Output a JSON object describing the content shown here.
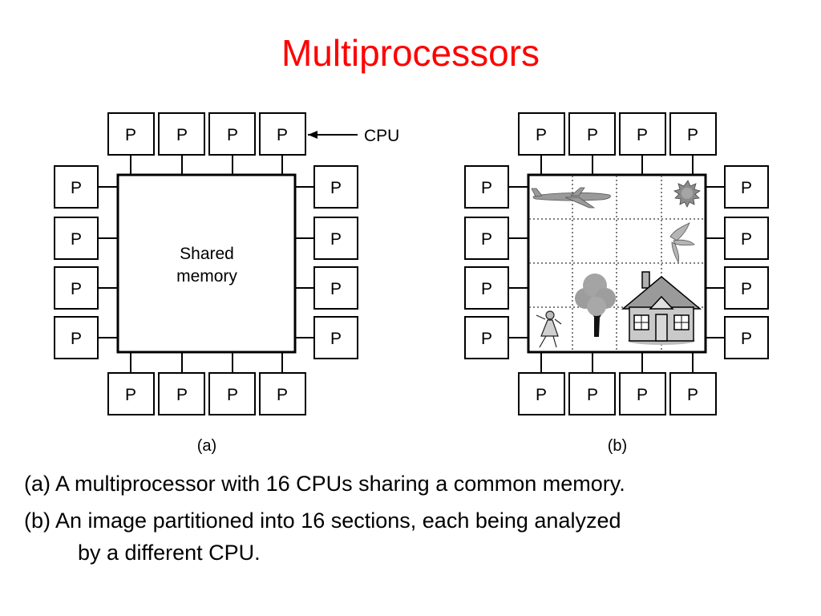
{
  "title": "Multiprocessors",
  "title_color": "#ff0000",
  "processor_label": "P",
  "diagram_a": {
    "memory_label_line1": "Shared",
    "memory_label_line2": "memory",
    "cpu_label": "CPU",
    "sublabel": "(a)"
  },
  "diagram_b": {
    "sublabel": "(b)",
    "image_icons": [
      "airplane-icon",
      "sun-icon",
      "bird-icon",
      "tree-icon",
      "house-icon",
      "girl-icon"
    ]
  },
  "captions": {
    "a": "(a) A multiprocessor with 16 CPUs sharing a common memory.",
    "b_line1": "(b) An image partitioned into 16 sections, each being analyzed",
    "b_line2": "by a different CPU."
  }
}
